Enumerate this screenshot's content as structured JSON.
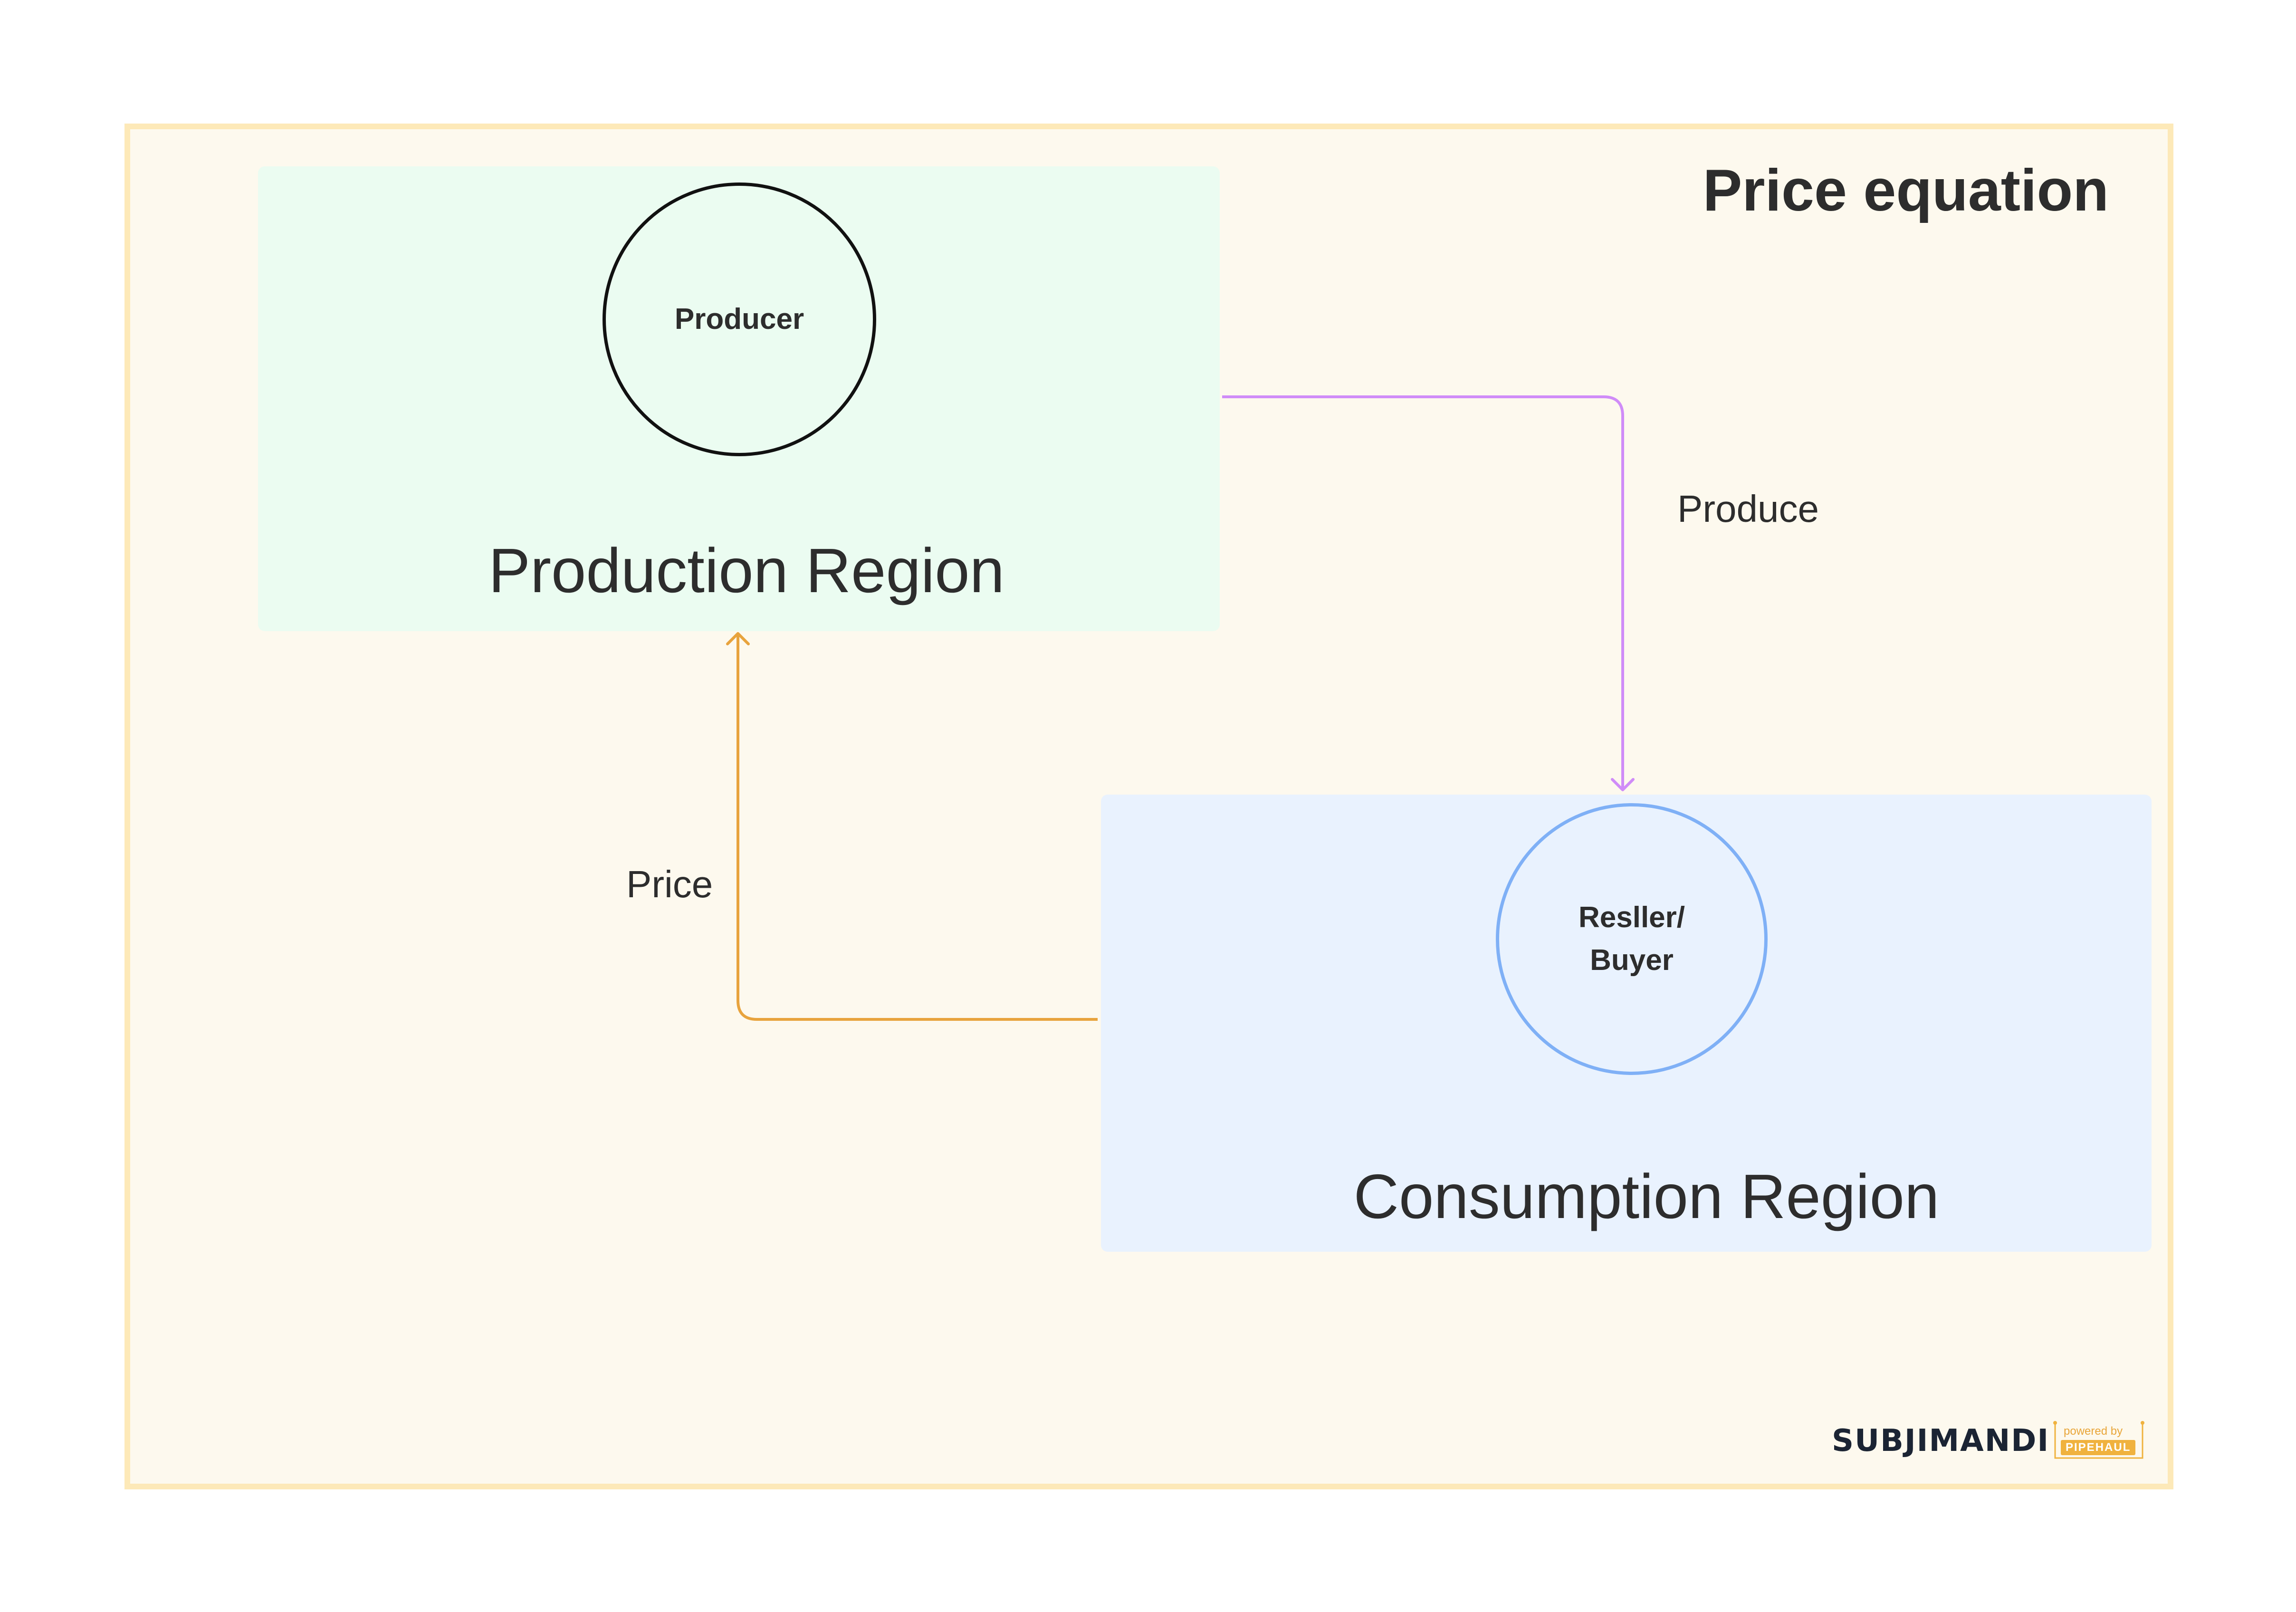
{
  "title": "Price equation",
  "regions": {
    "production": {
      "label": "Production Region",
      "color": "#ebfcf1"
    },
    "consumption": {
      "label": "Consumption Region",
      "color": "#e9f2fe"
    }
  },
  "nodes": {
    "producer": {
      "label": "Producer",
      "border_color": "#111111"
    },
    "reseller": {
      "label": "Resller/\nBuyer",
      "border_color": "#7fb0f6"
    }
  },
  "edges": {
    "produce": {
      "label": "Produce",
      "color": "#d08cf8",
      "from": "Production Region",
      "to": "Resller/Buyer"
    },
    "price": {
      "label": "Price",
      "color": "#e8a33d",
      "from": "Consumption Region",
      "to": "Production Region"
    }
  },
  "brand": {
    "name": "SUBJIMANDI",
    "powered_by": "powered by",
    "partner": "PIPEHAUL"
  },
  "colors": {
    "frame_background": "#fdf9ee",
    "frame_border": "#fde9b8"
  }
}
